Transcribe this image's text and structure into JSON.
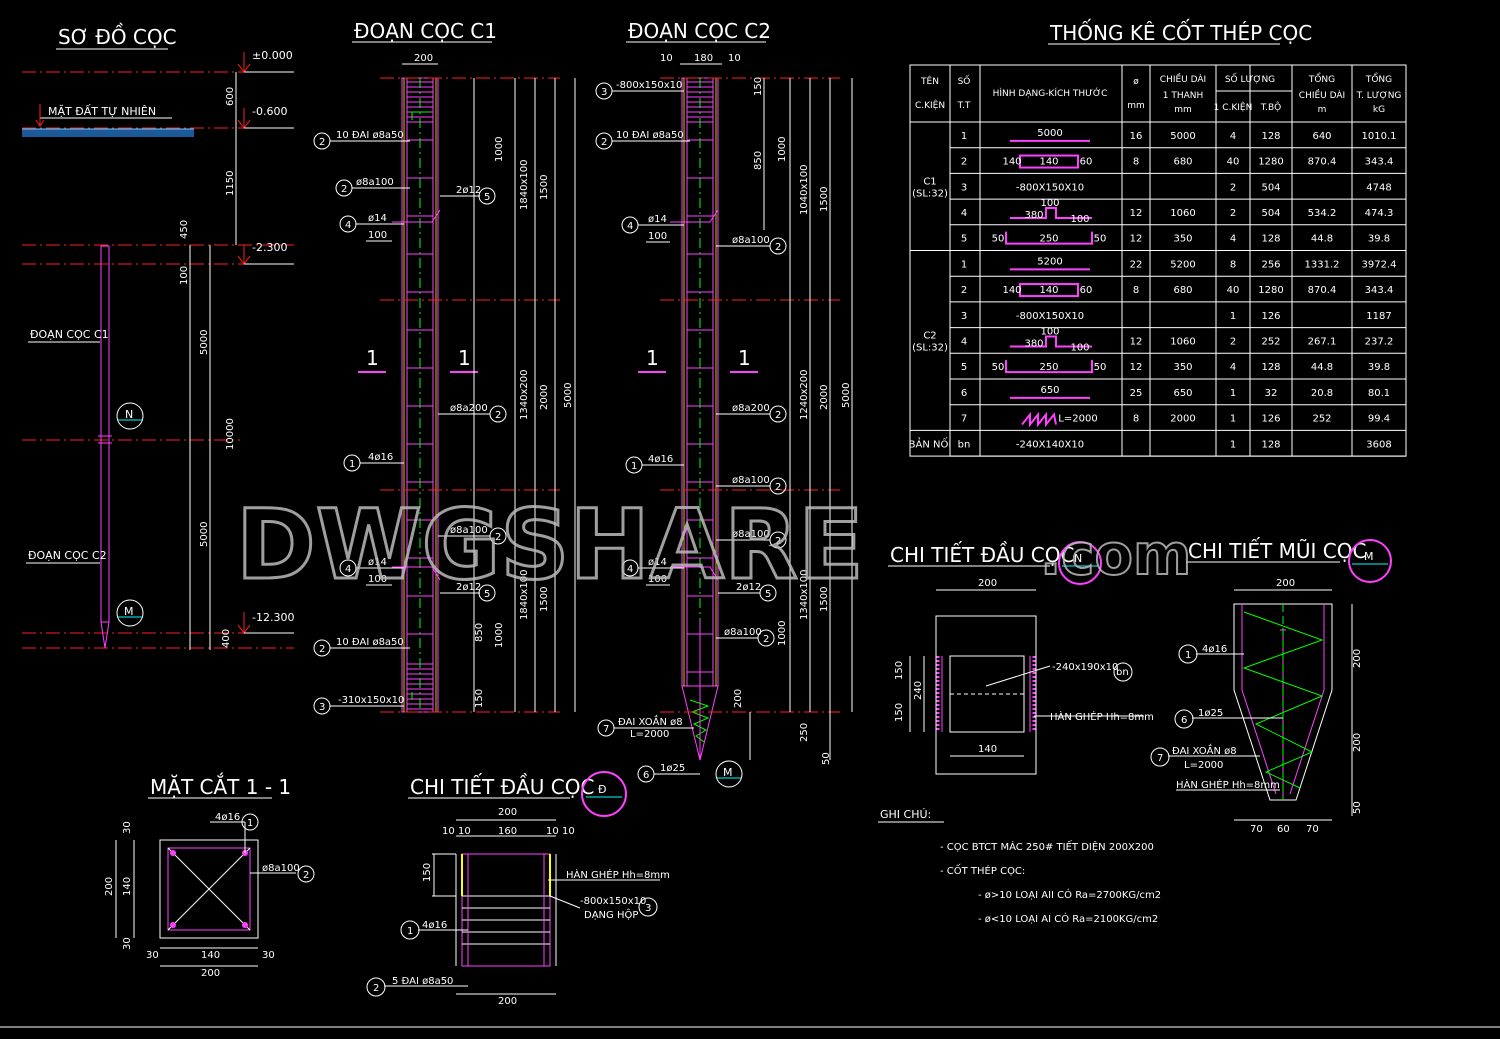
{
  "titles": {
    "pile_diagram": "SƠ ĐỒ CỌC",
    "segment_c1": "ĐOẠN CỌC C1",
    "segment_c2": "ĐOẠN CỌC C2",
    "rebar_schedule": "THỐNG KÊ CỐT THÉP CỌC",
    "section_1_1": "MẶT CẮT 1 - 1",
    "head_detail_d": "CHI TIẾT ĐẦU CỌC",
    "head_detail_n": "CHI TIẾT ĐẦU CỌC",
    "tip_detail": "CHI TIẾT MŨI CỌC",
    "notes": "GHI CHÚ:"
  },
  "pile_diagram": {
    "ground_label": "MẶT ĐẤT TỰ NHIÊN",
    "levels": [
      "±0.000",
      "-0.600",
      "-2.300",
      "-12.300"
    ],
    "seg_c1": "ĐOẠN CỌC C1",
    "seg_c2": "ĐOẠN CỌC C2",
    "tag_n": "N",
    "tag_m": "M",
    "dims": [
      "600",
      "1150",
      "450",
      "100",
      "5000",
      "10000",
      "5000",
      "400"
    ]
  },
  "segment_c1": {
    "top_dim": "200",
    "labels": [
      "10 ĐAI ø8a50",
      "ø8a100",
      "2ø12",
      "ø14",
      "100",
      "ø8a200",
      "4ø16",
      "ø8a100",
      "ø14",
      "2ø12",
      "100",
      "10 ĐAI ø8a50",
      "-310x150x10"
    ],
    "markers": [
      "2",
      "2",
      "5",
      "4",
      "2",
      "1",
      "2",
      "4",
      "5",
      "2",
      "3"
    ],
    "section_mark": "1",
    "dims": [
      "1000",
      "1840x100",
      "1500",
      "5000",
      "1340x200",
      "2000",
      "1840x100",
      "1500",
      "850",
      "1000",
      "150"
    ]
  },
  "segment_c2": {
    "top_dims": [
      "10",
      "180",
      "10"
    ],
    "labels": [
      "-800x150x10",
      "10 ĐAI ø8a50",
      "ø14",
      "100",
      "ø8a100",
      "ø8a200",
      "4ø16",
      "ø8a100",
      "ø8a100",
      "ø14",
      "100",
      "2ø12",
      "ø8a100",
      "ĐAI XOẮN ø8",
      "L=2000",
      "1ø25"
    ],
    "markers": [
      "3",
      "2",
      "4",
      "2",
      "2",
      "1",
      "2",
      "2",
      "4",
      "5",
      "2",
      "7",
      "6"
    ],
    "section_mark": "1",
    "tag_m": "M",
    "dims": [
      "150",
      "850",
      "1000",
      "1040x100",
      "1500",
      "5000",
      "1240x200",
      "2000",
      "1340x100",
      "1500",
      "1000",
      "200",
      "250",
      "50"
    ]
  },
  "rebar_schedule": {
    "headers": [
      "TÊN C.KIỆN",
      "SỐ T.T",
      "HÌNH DẠNG-KÍCH THƯỚC",
      "ø mm",
      "CHIỀU DÀI 1 THANH mm",
      "SỐ LƯỢNG",
      "1 C.KIỆN",
      "T.BỘ",
      "TỔNG CHIỀU DÀI m",
      "TỔNG T. LƯỢNG kG"
    ],
    "group_c1": [
      "C1",
      "(SL:32)"
    ],
    "group_c2": [
      "C2",
      "(SL:32)"
    ],
    "rows_c1": [
      {
        "no": "1",
        "shape": "5000",
        "dia": "16",
        "len": "5000",
        "q1": "4",
        "qt": "128",
        "tl": "640",
        "tw": "1010.1"
      },
      {
        "no": "2",
        "shape": "140|140|60",
        "dia": "8",
        "len": "680",
        "q1": "40",
        "qt": "1280",
        "tl": "870.4",
        "tw": "343.4"
      },
      {
        "no": "3",
        "shape": "-800X150X10",
        "dia": "",
        "len": "",
        "q1": "2",
        "qt": "504",
        "tl": "",
        "tw": "4748"
      },
      {
        "no": "4",
        "shape": "380|100|100",
        "dia": "12",
        "len": "1060",
        "q1": "2",
        "qt": "504",
        "tl": "534.2",
        "tw": "474.3"
      },
      {
        "no": "5",
        "shape": "50|250|50",
        "dia": "12",
        "len": "350",
        "q1": "4",
        "qt": "128",
        "tl": "44.8",
        "tw": "39.8"
      }
    ],
    "rows_c2": [
      {
        "no": "1",
        "shape": "5200",
        "dia": "22",
        "len": "5200",
        "q1": "8",
        "qt": "256",
        "tl": "1331.2",
        "tw": "3972.4"
      },
      {
        "no": "2",
        "shape": "140|140|60",
        "dia": "8",
        "len": "680",
        "q1": "40",
        "qt": "1280",
        "tl": "870.4",
        "tw": "343.4"
      },
      {
        "no": "3",
        "shape": "-800X150X10",
        "dia": "",
        "len": "",
        "q1": "1",
        "qt": "126",
        "tl": "",
        "tw": "1187"
      },
      {
        "no": "4",
        "shape": "380|100|100",
        "dia": "12",
        "len": "1060",
        "q1": "2",
        "qt": "252",
        "tl": "267.1",
        "tw": "237.2"
      },
      {
        "no": "5",
        "shape": "50|250|50",
        "dia": "12",
        "len": "350",
        "q1": "4",
        "qt": "128",
        "tl": "44.8",
        "tw": "39.8"
      },
      {
        "no": "6",
        "shape": "650",
        "dia": "25",
        "len": "650",
        "q1": "1",
        "qt": "32",
        "tl": "20.8",
        "tw": "80.1"
      },
      {
        "no": "7",
        "shape": "L=2000",
        "dia": "8",
        "len": "2000",
        "q1": "1",
        "qt": "126",
        "tl": "252",
        "tw": "99.4"
      }
    ],
    "row_plate": {
      "name": "BẢN NỐI",
      "no": "bn",
      "shape": "-240X140X10",
      "q1": "1",
      "qt": "128",
      "tw": "3608"
    }
  },
  "section_1_1": {
    "labels": [
      "4ø16",
      "ø8a100"
    ],
    "markers": [
      "1",
      "2"
    ],
    "dims": [
      "30",
      "140",
      "30",
      "200",
      "30",
      "140",
      "30",
      "200"
    ]
  },
  "head_detail_d": {
    "tag": "Đ",
    "dims": [
      "200",
      "10",
      "10",
      "160",
      "10",
      "10",
      "150",
      "200"
    ],
    "labels": [
      "HÀN GHÉP Hh=8mm",
      "-800x150x10",
      "DẠNG HỘP",
      "4ø16",
      "5 ĐAI ø8a50"
    ],
    "markers": [
      "3",
      "1",
      "2"
    ]
  },
  "head_detail_n": {
    "tag": "N",
    "dims": [
      "200",
      "150",
      "240",
      "150",
      "140"
    ],
    "labels": [
      "-240x190x10",
      "HÀN GHÉP Hh=8mm"
    ],
    "marker": "bn"
  },
  "tip_detail": {
    "tag": "M",
    "dims": [
      "200",
      "200",
      "200",
      "50",
      "70",
      "60",
      "70"
    ],
    "labels": [
      "4ø16",
      "1ø25",
      "ĐAI XOẮN ø8",
      "L=2000",
      "HÀN GHÉP Hh=8mm"
    ],
    "markers": [
      "1",
      "6",
      "7"
    ]
  },
  "notes": [
    "- CỌC BTCT MÁC 250# TIẾT DIỆN 200X200",
    "- CỐT THÉP CỌC:",
    "- ø>10 LOẠI AII CÓ Ra=2700KG/cm2",
    "- ø<10 LOẠI AI CÓ Ra=2100KG/cm2"
  ],
  "watermark": {
    "main": "DWGSHARE",
    "suffix": ".com"
  },
  "colors": {
    "background": "#000000",
    "magenta": "#ff00ff",
    "green": "#00ff00",
    "yellow": "#ffff00",
    "red": "#ff0000",
    "cyan": "#00ffff",
    "white": "#ffffff"
  }
}
